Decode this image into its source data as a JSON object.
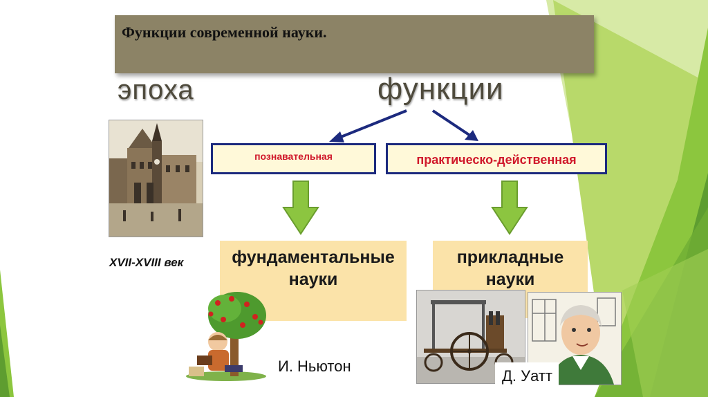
{
  "title": "Функции современной науки.",
  "era_heading": "эпоха",
  "functions_heading": "функции",
  "function_boxes": [
    "познавательная",
    "практическо-действенная"
  ],
  "century_label": "XVII-XVIII век",
  "science_types": [
    {
      "line1": "фундаментальные",
      "line2": "науки"
    },
    {
      "line1": "прикладные",
      "line2": "науки"
    }
  ],
  "people": {
    "newton": "И. Ньютон",
    "watt": "Д. Уатт"
  },
  "colors": {
    "green_light": "#c6e07a",
    "green_mid": "#8cc63e",
    "green_dark": "#4f8a2a",
    "title_bg": "#8c8366",
    "box_border": "#1c2a7e",
    "box_text": "#d0192b",
    "science_bg": "#fbe3a9",
    "arrow_green": "#8cc540"
  }
}
